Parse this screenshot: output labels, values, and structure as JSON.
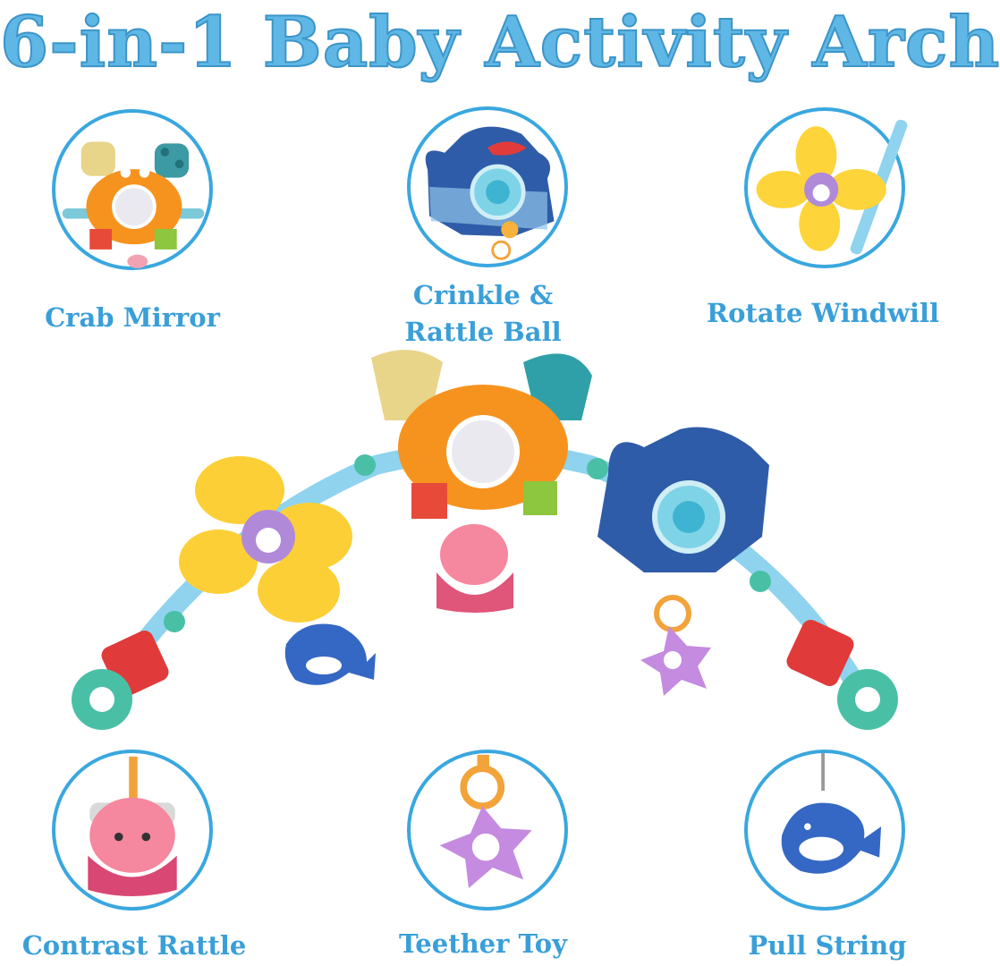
{
  "title": "6-in-1 Baby Activity Arch",
  "features": [
    {
      "label": "Crab Mirror",
      "icon": "crab-mirror-icon"
    },
    {
      "label_line1": "Crinkle &",
      "label_line2": "Rattle Ball",
      "icon": "shark-rattle-icon"
    },
    {
      "label": "Rotate Windwill",
      "icon": "windmill-icon"
    },
    {
      "label": "Contrast Rattle",
      "icon": "jellyfish-rattle-icon"
    },
    {
      "label": "Teether Toy",
      "icon": "teether-icon"
    },
    {
      "label": "Pull String",
      "icon": "whale-icon"
    }
  ],
  "colors": {
    "title": "#5fb7e6",
    "ring": "#3aa7df",
    "label": "#3a9fd8",
    "arch": "#8fd3ee"
  }
}
